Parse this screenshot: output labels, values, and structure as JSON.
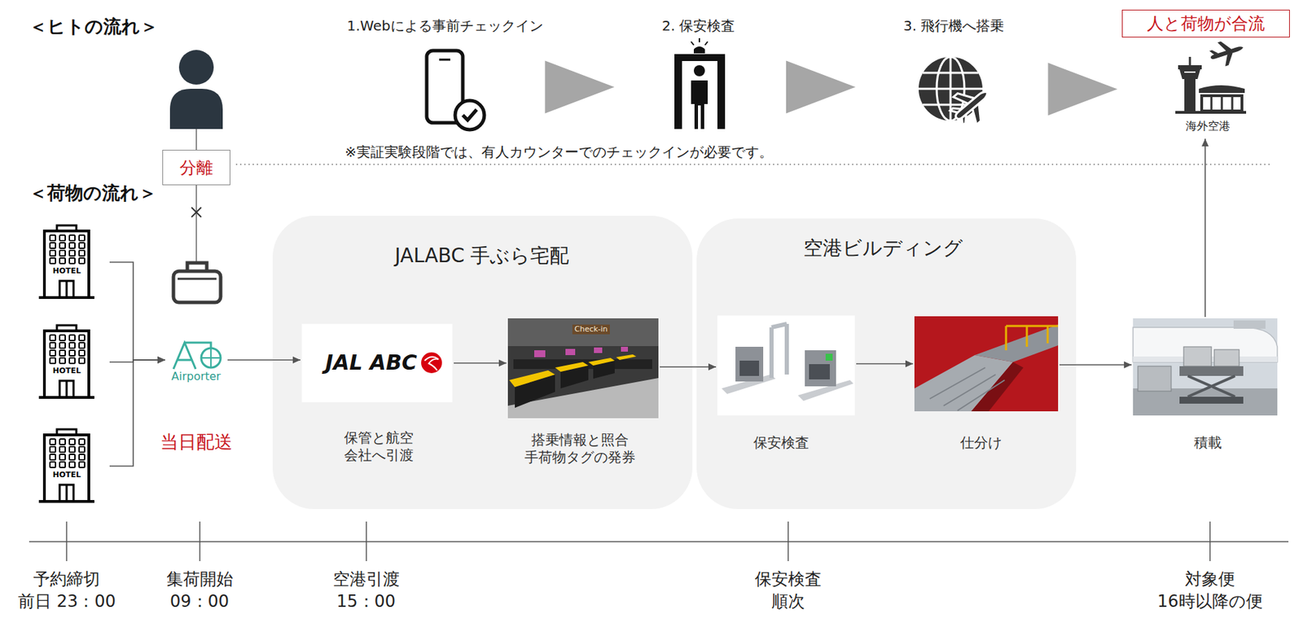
{
  "diagram": {
    "nodes": [
      {
        "text": [
          "1.Webによる事前チェックイン"
        ]
      },
      {
        "text": [
          "2. 保安検査"
        ]
      },
      {
        "text": [
          "3. 飛行機へ搭乗"
        ]
      },
      {
        "text": [
          "人と荷物が合流"
        ]
      },
      {
        "text": [
          "海外空港"
        ]
      },
      {
        "text": [
          "分離"
        ]
      },
      {
        "text": [
          "HOTEL"
        ]
      },
      {
        "text": [
          "HOTEL"
        ]
      },
      {
        "text": [
          "HOTEL"
        ]
      },
      {
        "text": [
          "Airporter"
        ]
      },
      {
        "text": [
          "JALABC 手ぶら宅配"
        ]
      },
      {
        "text": [
          "JAL ABC",
          "保管と航空 会社へ引渡"
        ],
        "in": 10
      },
      {
        "text": [
          "Check-in",
          "搭乗情報と照合 手荷物タグの発券"
        ],
        "in": 10
      },
      {
        "text": [
          "空港ビルディング"
        ]
      },
      {
        "text": [
          "保安検査"
        ],
        "in": 13
      },
      {
        "text": [
          "仕分け"
        ],
        "in": 13
      },
      {
        "text": [
          "積載"
        ]
      }
    ],
    "edges": [
      {
        "from": 0,
        "to": 1,
        "arrow": "to"
      },
      {
        "from": 1,
        "to": 2,
        "arrow": "to"
      },
      {
        "from": 2,
        "to": 4,
        "arrow": "to"
      },
      {
        "from": 6,
        "to": 9,
        "arrow": "to"
      },
      {
        "from": 7,
        "to": 9,
        "arrow": "to"
      },
      {
        "from": 8,
        "to": 9,
        "arrow": "to"
      },
      {
        "from": 9,
        "to": 11,
        "arrow": "to"
      },
      {
        "from": 11,
        "to": 12,
        "arrow": "to"
      },
      {
        "from": 12,
        "to": 14,
        "arrow": "to"
      },
      {
        "from": 14,
        "to": 15,
        "arrow": "to"
      },
      {
        "from": 15,
        "to": 16,
        "arrow": "to"
      },
      {
        "from": 16,
        "to": 4,
        "arrow": "to"
      }
    ],
    "labels": [
      "＜ヒトの流れ＞",
      "※実証実験段階では、有人カウンターでのチェックインが必要です。",
      "＜荷物の流れ＞",
      "当日配送",
      "予約締切",
      "前日 23：00",
      "集荷開始",
      "09：00",
      "空港引渡",
      "15：00",
      "保安検査",
      "順次",
      "対象便",
      "16時以降の便"
    ]
  }
}
